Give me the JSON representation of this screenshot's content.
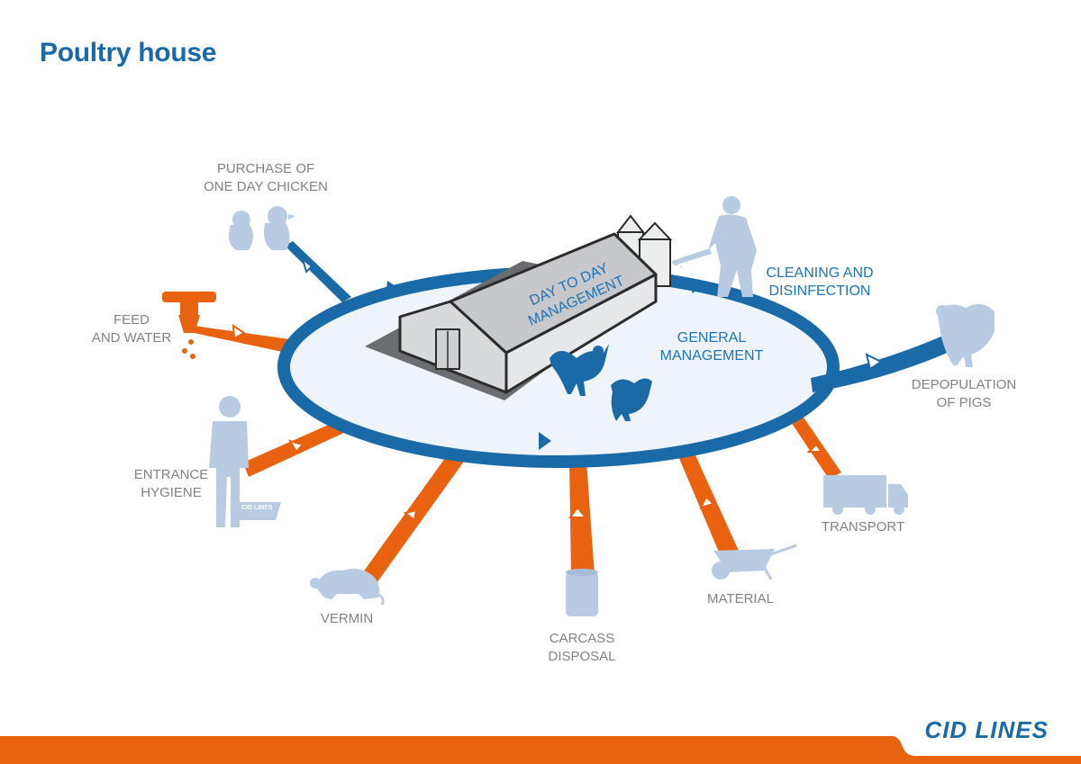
{
  "title": "Poultry house",
  "logo": "CID LINES",
  "colors": {
    "blue": "#1a6aa8",
    "orange": "#e8620f",
    "silhouette": "#b9cbe2",
    "label_gray": "#7f8287",
    "ring_fill": "#eef4fa"
  },
  "center_labels": {
    "day_to_day": "DAY TO DAY\nMANAGEMENT",
    "general": "GENERAL\nMANAGEMENT",
    "cleaning": "CLEANING AND\nDISINFECTION"
  },
  "nodes": {
    "purchase": "PURCHASE OF\nONE DAY CHICKEN",
    "feed": "FEED\nAND WATER",
    "entrance": "ENTRANCE\nHYGIENE",
    "vermin": "VERMIN",
    "carcass": "CARCASS\nDISPOSAL",
    "material": "MATERIAL",
    "transport": "TRANSPORT",
    "depopulation": "DEPOPULATION\nOF PIGS"
  },
  "icons": {
    "chicks": "chick-icon",
    "tap": "tap-icon",
    "person": "person-icon",
    "rat": "rat-icon",
    "bin": "bin-icon",
    "wheelbarrow": "wheelbarrow-icon",
    "truck": "truck-icon",
    "hen": "hen-icon",
    "cleaner": "cleaner-icon",
    "house": "poultry-house-icon"
  },
  "entrance_mat_text": "CID LINES"
}
